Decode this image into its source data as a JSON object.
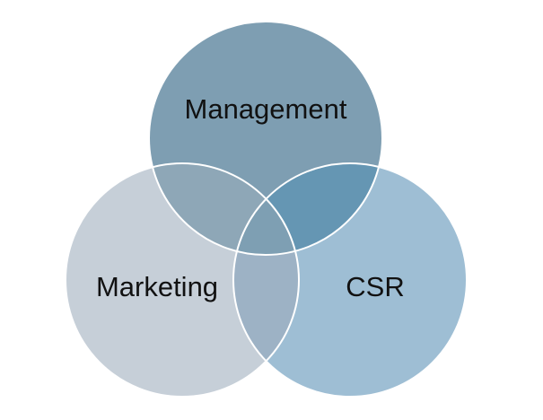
{
  "diagram": {
    "type": "venn-3",
    "sets": [
      {
        "id": "management",
        "label": "Management",
        "color": "#7e9eb2"
      },
      {
        "id": "marketing",
        "label": "Marketing",
        "color": "#c6cfd8"
      },
      {
        "id": "csr",
        "label": "CSR",
        "color": "#9ebed4"
      }
    ],
    "overlap_colors": {
      "management_marketing": "#8ea7b7",
      "management_csr": "#6596b3",
      "marketing_csr": "#9db2c5",
      "all_three": "#7e9fb3"
    },
    "outline_color": "#ffffff",
    "background": "#ffffff"
  }
}
